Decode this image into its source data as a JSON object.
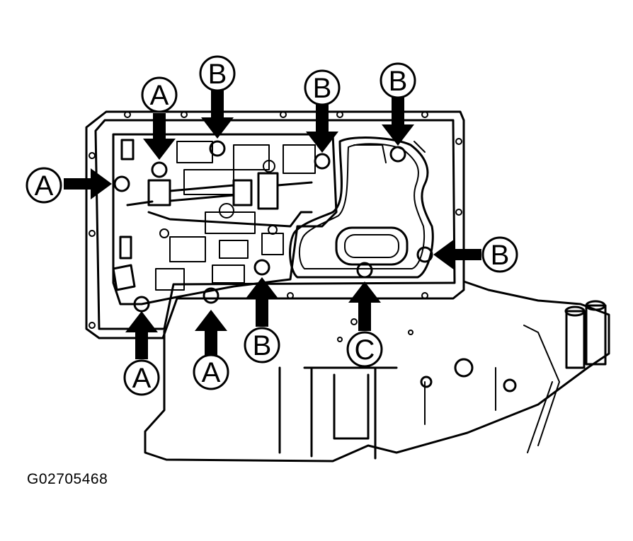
{
  "figure_code": "G02705468",
  "callouts": {
    "a1": "A",
    "a2": "A",
    "a3": "A",
    "a4": "A",
    "b1": "B",
    "b2": "B",
    "b3": "B",
    "b4": "B",
    "b5": "B",
    "c1": "C"
  }
}
